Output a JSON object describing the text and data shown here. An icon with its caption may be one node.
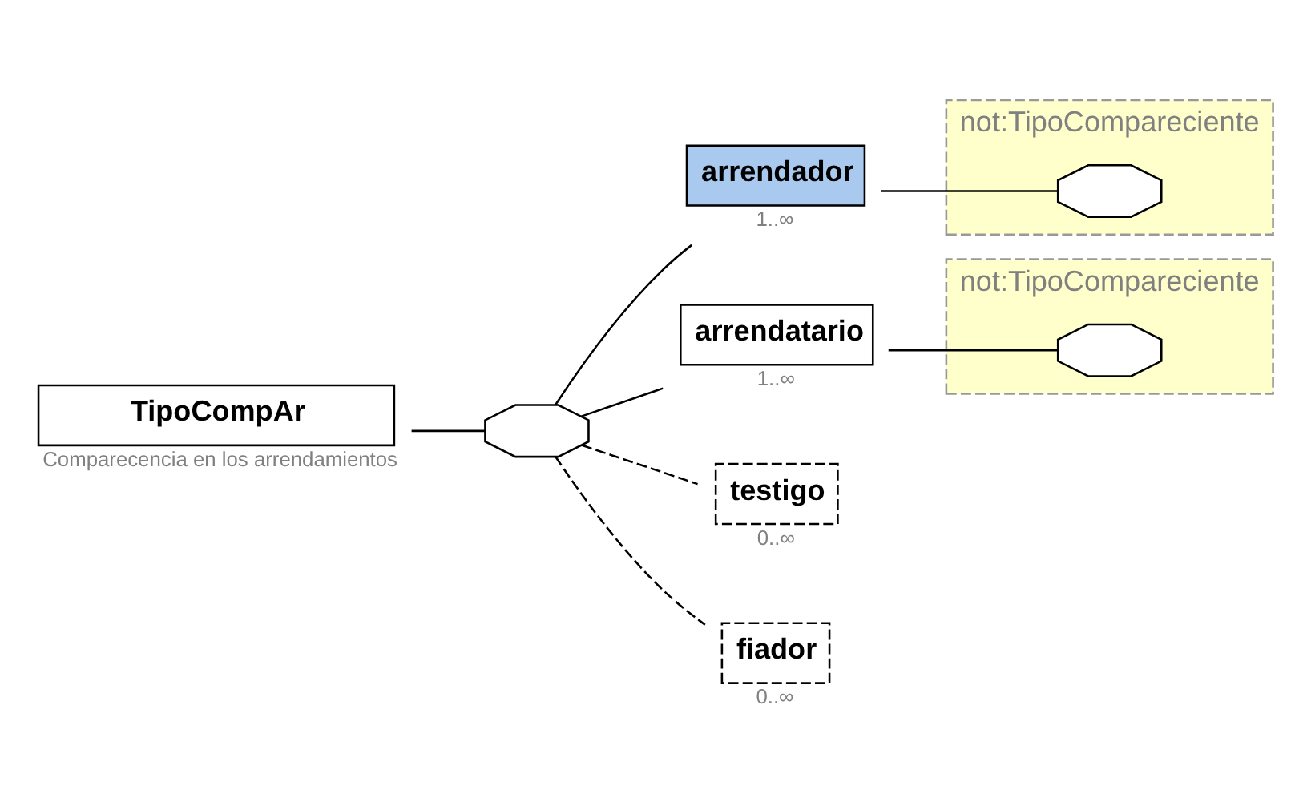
{
  "diagram": {
    "nodes": [
      {
        "text": [
          "TipoCompAr"
        ],
        "beside": [
          "Comparecencia en los arrendamientos"
        ]
      },
      {
        "text": [],
        "shape": "octagon"
      },
      {
        "text": [
          "arrendador"
        ],
        "beside": [
          "1..∞"
        ]
      },
      {
        "text": [
          "not:TipoCompareciente"
        ]
      },
      {
        "text": [],
        "shape": "octagon",
        "in": 3
      },
      {
        "text": [
          "arrendatario"
        ],
        "beside": [
          "1..∞"
        ]
      },
      {
        "text": [
          "not:TipoCompareciente"
        ]
      },
      {
        "text": [],
        "shape": "octagon",
        "in": 6
      },
      {
        "text": [
          "testigo"
        ],
        "beside": [
          "0..∞"
        ]
      },
      {
        "text": [
          "fiador"
        ],
        "beside": [
          "0..∞"
        ]
      }
    ],
    "edges": [
      {
        "from": 0,
        "to": 1,
        "arrow": "none"
      },
      {
        "from": 1,
        "to": 2,
        "arrow": "none"
      },
      {
        "from": 1,
        "to": 5,
        "arrow": "none"
      },
      {
        "from": 1,
        "to": 8,
        "arrow": "none",
        "style": "dashed"
      },
      {
        "from": 1,
        "to": 9,
        "arrow": "none",
        "style": "dashed"
      },
      {
        "from": 2,
        "to": 4,
        "arrow": "none"
      },
      {
        "from": 5,
        "to": 7,
        "arrow": "none"
      }
    ]
  }
}
